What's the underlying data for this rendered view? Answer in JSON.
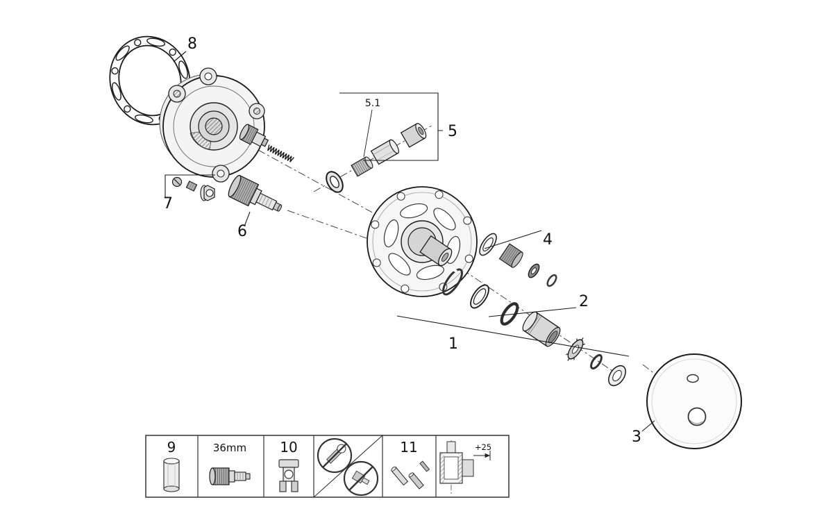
{
  "callouts": {
    "p1": "1",
    "p2": "2",
    "p3": "3",
    "p4": "4",
    "p5": "5",
    "p5_1": "5.1",
    "p6": "6",
    "p7": "7",
    "p8": "8"
  },
  "legend": {
    "l9": "9",
    "l36": "36mm",
    "l10": "10",
    "l11": "11",
    "l25": "+25"
  },
  "colors": {
    "line": "#1a1a1a",
    "fill_light": "#f4f4f4",
    "fill_mid": "#d8d8d8",
    "fill_dark": "#9a9a9a"
  }
}
